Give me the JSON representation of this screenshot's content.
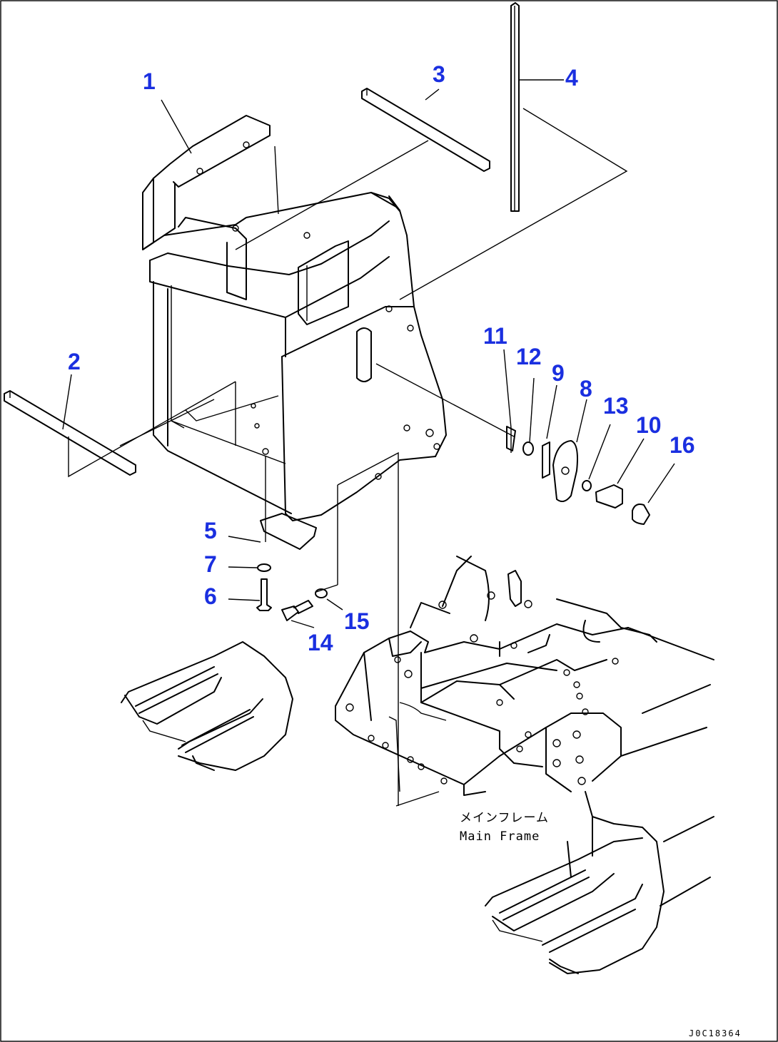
{
  "callouts": [
    {
      "id": "1",
      "text": "1"
    },
    {
      "id": "2",
      "text": "2"
    },
    {
      "id": "3",
      "text": "3"
    },
    {
      "id": "4",
      "text": "4"
    },
    {
      "id": "5",
      "text": "5"
    },
    {
      "id": "6",
      "text": "6"
    },
    {
      "id": "7",
      "text": "7"
    },
    {
      "id": "8",
      "text": "8"
    },
    {
      "id": "9",
      "text": "9"
    },
    {
      "id": "10",
      "text": "10"
    },
    {
      "id": "11",
      "text": "11"
    },
    {
      "id": "12",
      "text": "12"
    },
    {
      "id": "13",
      "text": "13"
    },
    {
      "id": "14",
      "text": "14"
    },
    {
      "id": "15",
      "text": "15"
    },
    {
      "id": "16",
      "text": "16"
    }
  ],
  "frame_label": {
    "jp": "メインフレーム",
    "en": "Main Frame"
  },
  "drawing_code": "J0C18364",
  "colors": {
    "callout": "#1a2fe0",
    "line": "#000000"
  }
}
